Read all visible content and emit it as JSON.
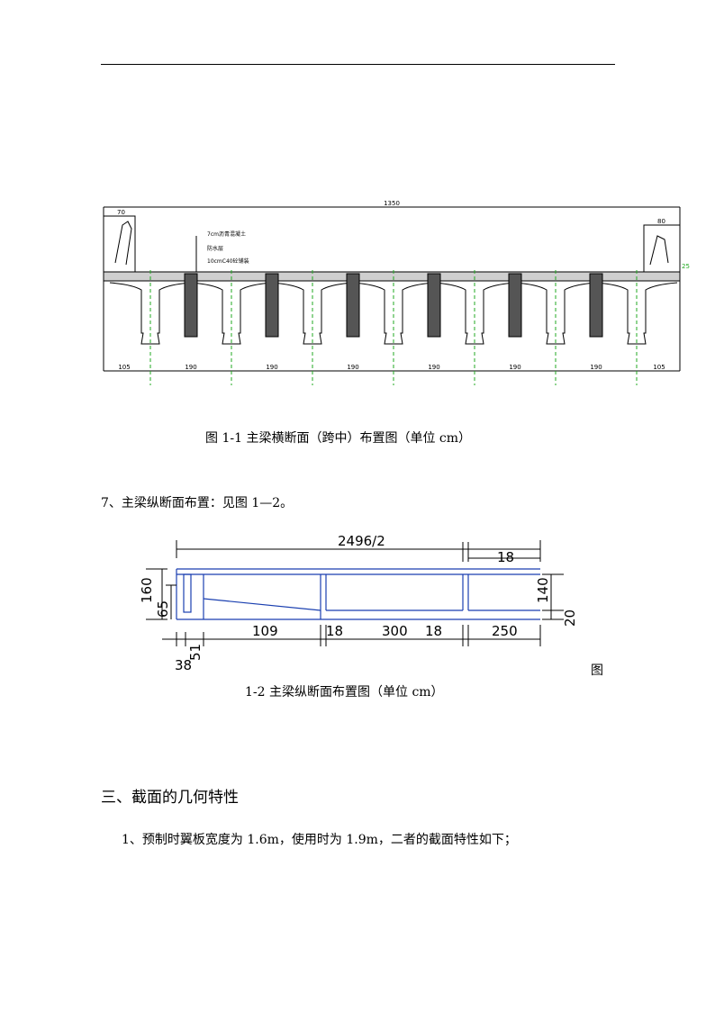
{
  "figure1": {
    "overall_width": "1350",
    "left_rail": "70",
    "right_rail": "80",
    "side_mark": "25",
    "layer_labels": [
      "7cm沥青混凝土",
      "防水层",
      "10cmC40砼铺装"
    ],
    "spacings": [
      "105",
      "190",
      "190",
      "190",
      "190",
      "190",
      "190",
      "105"
    ],
    "caption": "图 1-1  主梁横断面（跨中）布置图（单位 cm）"
  },
  "para1": "7、主梁纵断面布置：见图 1—2。",
  "figure2": {
    "top_dim": "2496/2",
    "top_right_dim": "18",
    "left_height": "160",
    "left_inner": "65",
    "right_height": "140",
    "right_bottom": "20",
    "bottom_dims": [
      "109",
      "18",
      "300",
      "18",
      "250"
    ],
    "small_dims": [
      "38",
      "51"
    ],
    "caption_char": "图",
    "caption": "1-2  主梁纵断面布置图（单位 cm）"
  },
  "section_heading": "三、截面的几何特性",
  "para2": "1、预制时翼板宽度为 1.6m，使用时为 1.9m，二者的截面特性如下；"
}
